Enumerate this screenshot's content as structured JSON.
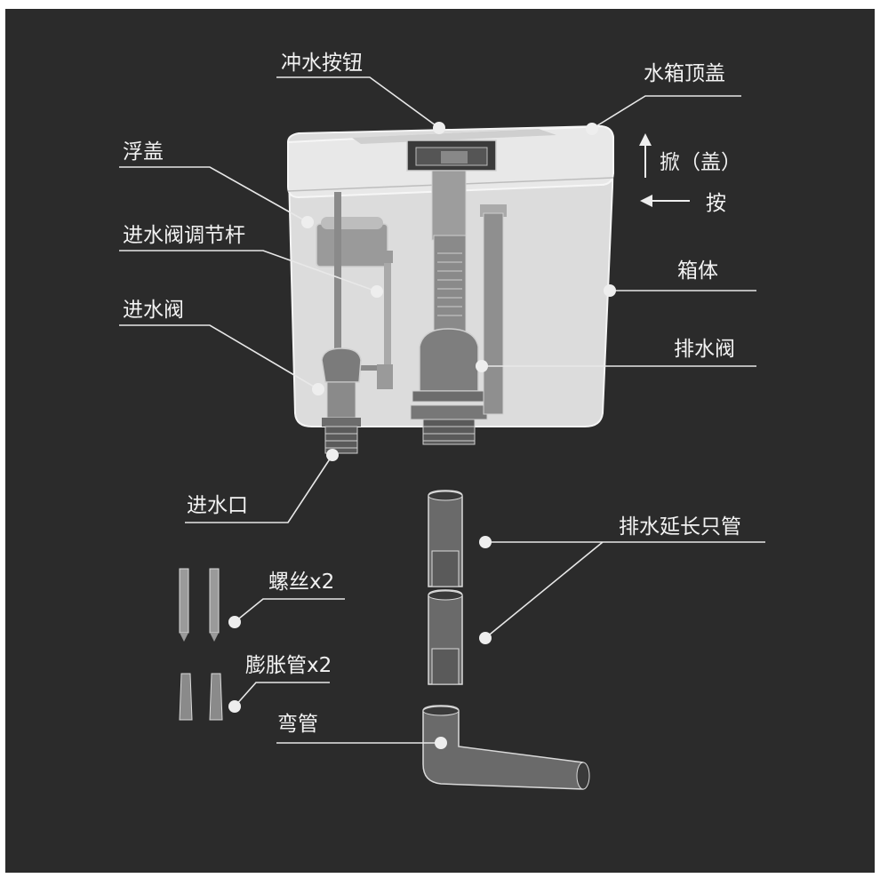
{
  "labels": {
    "flush_button": "冲水按钮",
    "tank_lid": "水箱顶盖",
    "float_cover": "浮盖",
    "lift_lid": "掀（盖）",
    "press": "按",
    "inlet_rod": "进水阀调节杆",
    "inlet_valve": "进水阀",
    "tank_body": "箱体",
    "drain_valve": "排水阀",
    "water_inlet": "进水口",
    "drain_ext_pipe": "排水延长只管",
    "screws": "螺丝x2",
    "anchors": "膨胀管x2",
    "elbow": "弯管"
  },
  "colors": {
    "background": "#2b2b2b",
    "tank": "#dcdcdc",
    "line": "#e8e8e8"
  }
}
